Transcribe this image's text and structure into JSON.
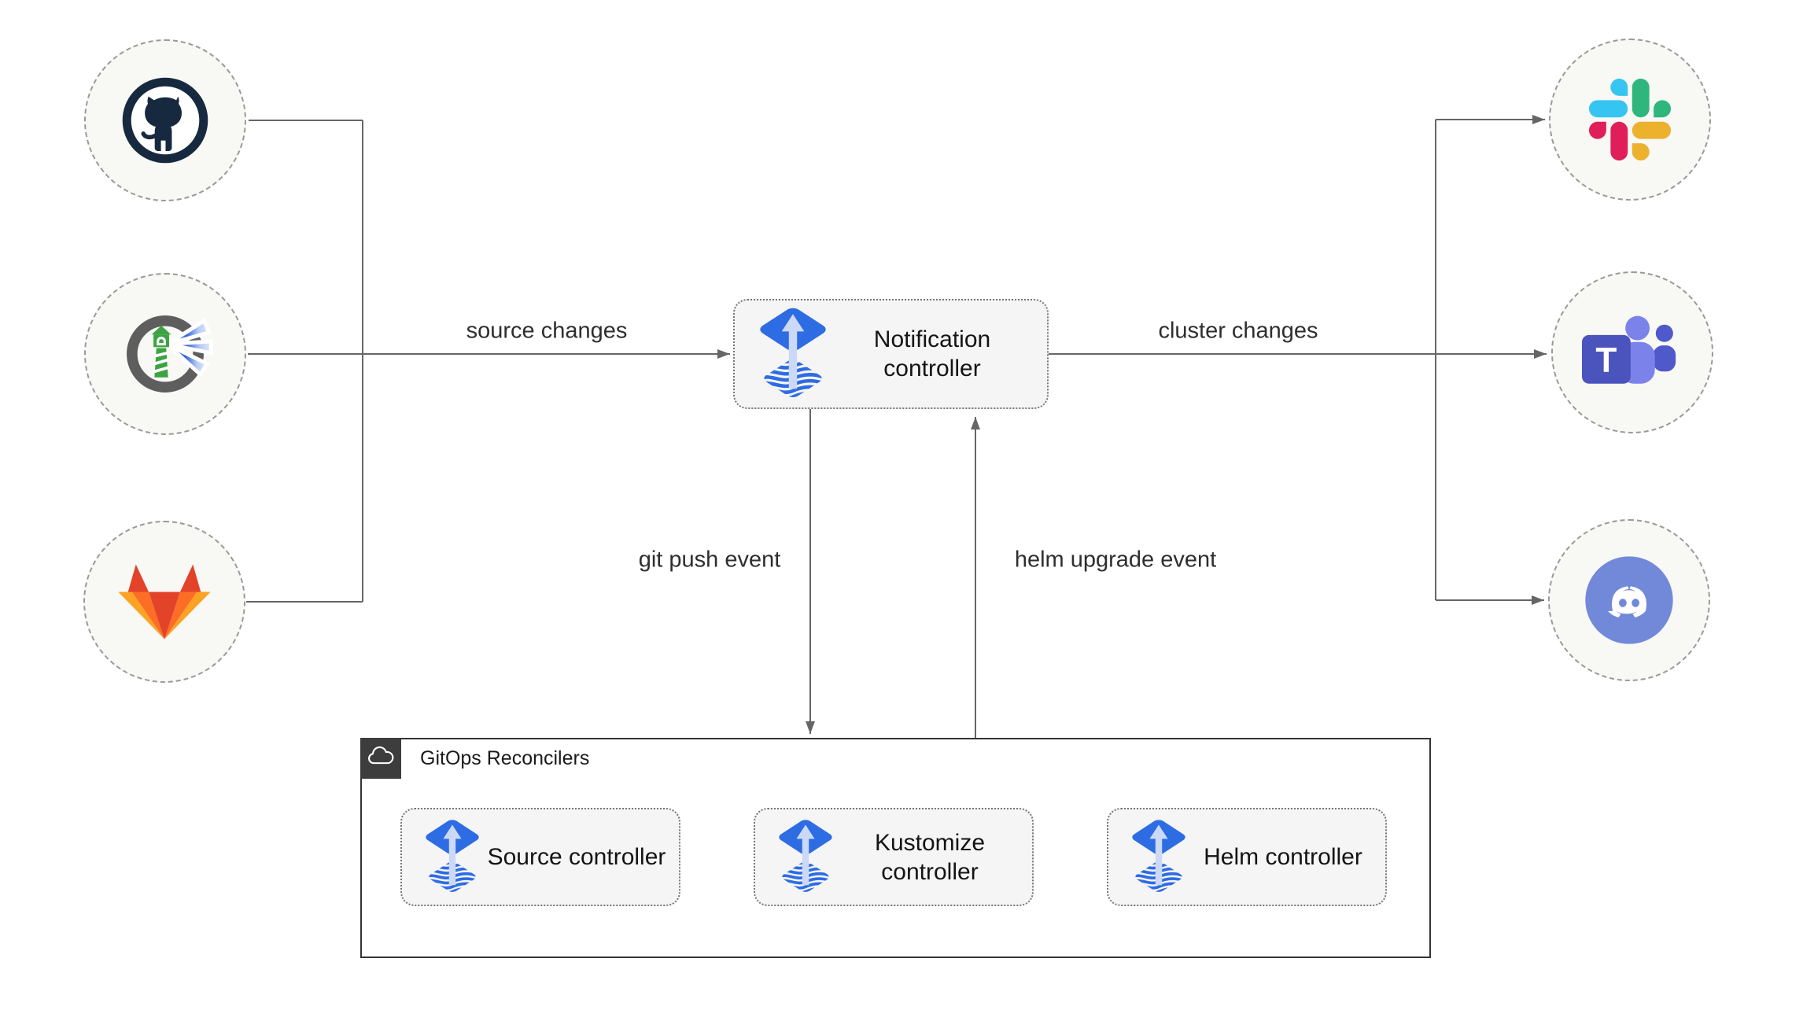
{
  "container": {
    "title": "GitOps Reconcilers",
    "icon": "cloud-icon"
  },
  "nodes": {
    "notification": {
      "label": "Notification controller",
      "icon": "flux-icon"
    },
    "source": {
      "label": "Source controller",
      "icon": "flux-icon"
    },
    "kustomize": {
      "label": "Kustomize controller",
      "icon": "flux-icon"
    },
    "helm": {
      "label": "Helm controller",
      "icon": "flux-icon"
    }
  },
  "edge_labels": {
    "source_changes": "source changes",
    "cluster_changes": "cluster changes",
    "git_push_event": "git push event",
    "helm_upgrade_event": "helm upgrade event"
  },
  "sources": [
    {
      "id": "github",
      "icon": "github-icon"
    },
    {
      "id": "harbor",
      "icon": "harbor-icon"
    },
    {
      "id": "gitlab",
      "icon": "gitlab-icon"
    }
  ],
  "targets": [
    {
      "id": "slack",
      "icon": "slack-icon"
    },
    {
      "id": "teams",
      "icon": "microsoft-teams-icon"
    },
    {
      "id": "discord",
      "icon": "discord-icon"
    }
  ],
  "colors": {
    "edge": "#666666",
    "node_fill": "#f5f5f5",
    "node_border": "#767676",
    "container_border": "#343434",
    "flux_blue": "#2e6ce4",
    "flux_light": "#ccd9f6",
    "github_dark": "#16293f",
    "harbor_gray": "#5e5e5e",
    "harbor_green": "#3ca343",
    "gitlab_red": "#e24329",
    "gitlab_orange": "#fc6d26",
    "gitlab_yellow": "#fca326",
    "slack_blue": "#36c5f0",
    "slack_green": "#2eb67d",
    "slack_red": "#e01e5a",
    "slack_yellow": "#ecb22e",
    "teams_dark": "#4b53bc",
    "teams_mid": "#5059c9",
    "teams_light": "#7b83eb",
    "discord_blurple": "#7289da"
  }
}
